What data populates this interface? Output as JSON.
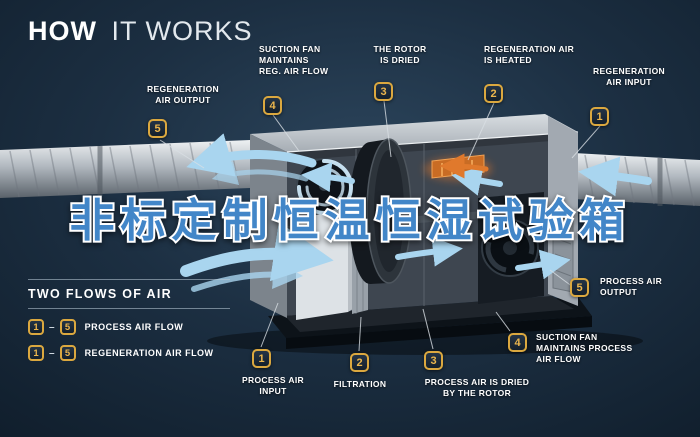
{
  "title": {
    "strong": "HOW",
    "light": "IT WORKS"
  },
  "watermark": "非标定制恒温恒湿试验箱",
  "colors": {
    "accent_gold": "#dba83f",
    "arrow_blue": "#a9d5ef",
    "heater_orange": "#e0792c",
    "watermark_blue": "#4286c8",
    "background_navy": "#1c2f42"
  },
  "callouts": {
    "regen_output": {
      "num": "5",
      "label": "REGENERATION\nAIR OUTPUT"
    },
    "suction_fan_regen": {
      "num": "4",
      "label": "SUCTION FAN\nMAINTAINS\nREG. AIR FLOW"
    },
    "rotor_dried": {
      "num": "3",
      "label": "THE ROTOR\nIS DRIED"
    },
    "regen_heated": {
      "num": "2",
      "label": "REGENERATION AIR\nIS HEATED"
    },
    "regen_input": {
      "num": "1",
      "label": "REGENERATION\nAIR INPUT"
    },
    "process_output": {
      "num": "5",
      "label": "PROCESS AIR\nOUTPUT"
    },
    "suction_fan_process": {
      "num": "4",
      "label": "SUCTION FAN\nMAINTAINS PROCESS\nAIR FLOW"
    },
    "process_dried": {
      "num": "3",
      "label": "PROCESS AIR IS DRIED\nBY THE ROTOR"
    },
    "filtration": {
      "num": "2",
      "label": "FILTRATION"
    },
    "process_input": {
      "num": "1",
      "label": "PROCESS AIR\nINPUT"
    }
  },
  "legend": {
    "title": "TWO FLOWS OF AIR",
    "separator": "–",
    "rows": [
      {
        "from": "1",
        "to": "5",
        "label": "PROCESS AIR FLOW"
      },
      {
        "from": "1",
        "to": "5",
        "label": "REGENERATION AIR FLOW"
      }
    ]
  }
}
